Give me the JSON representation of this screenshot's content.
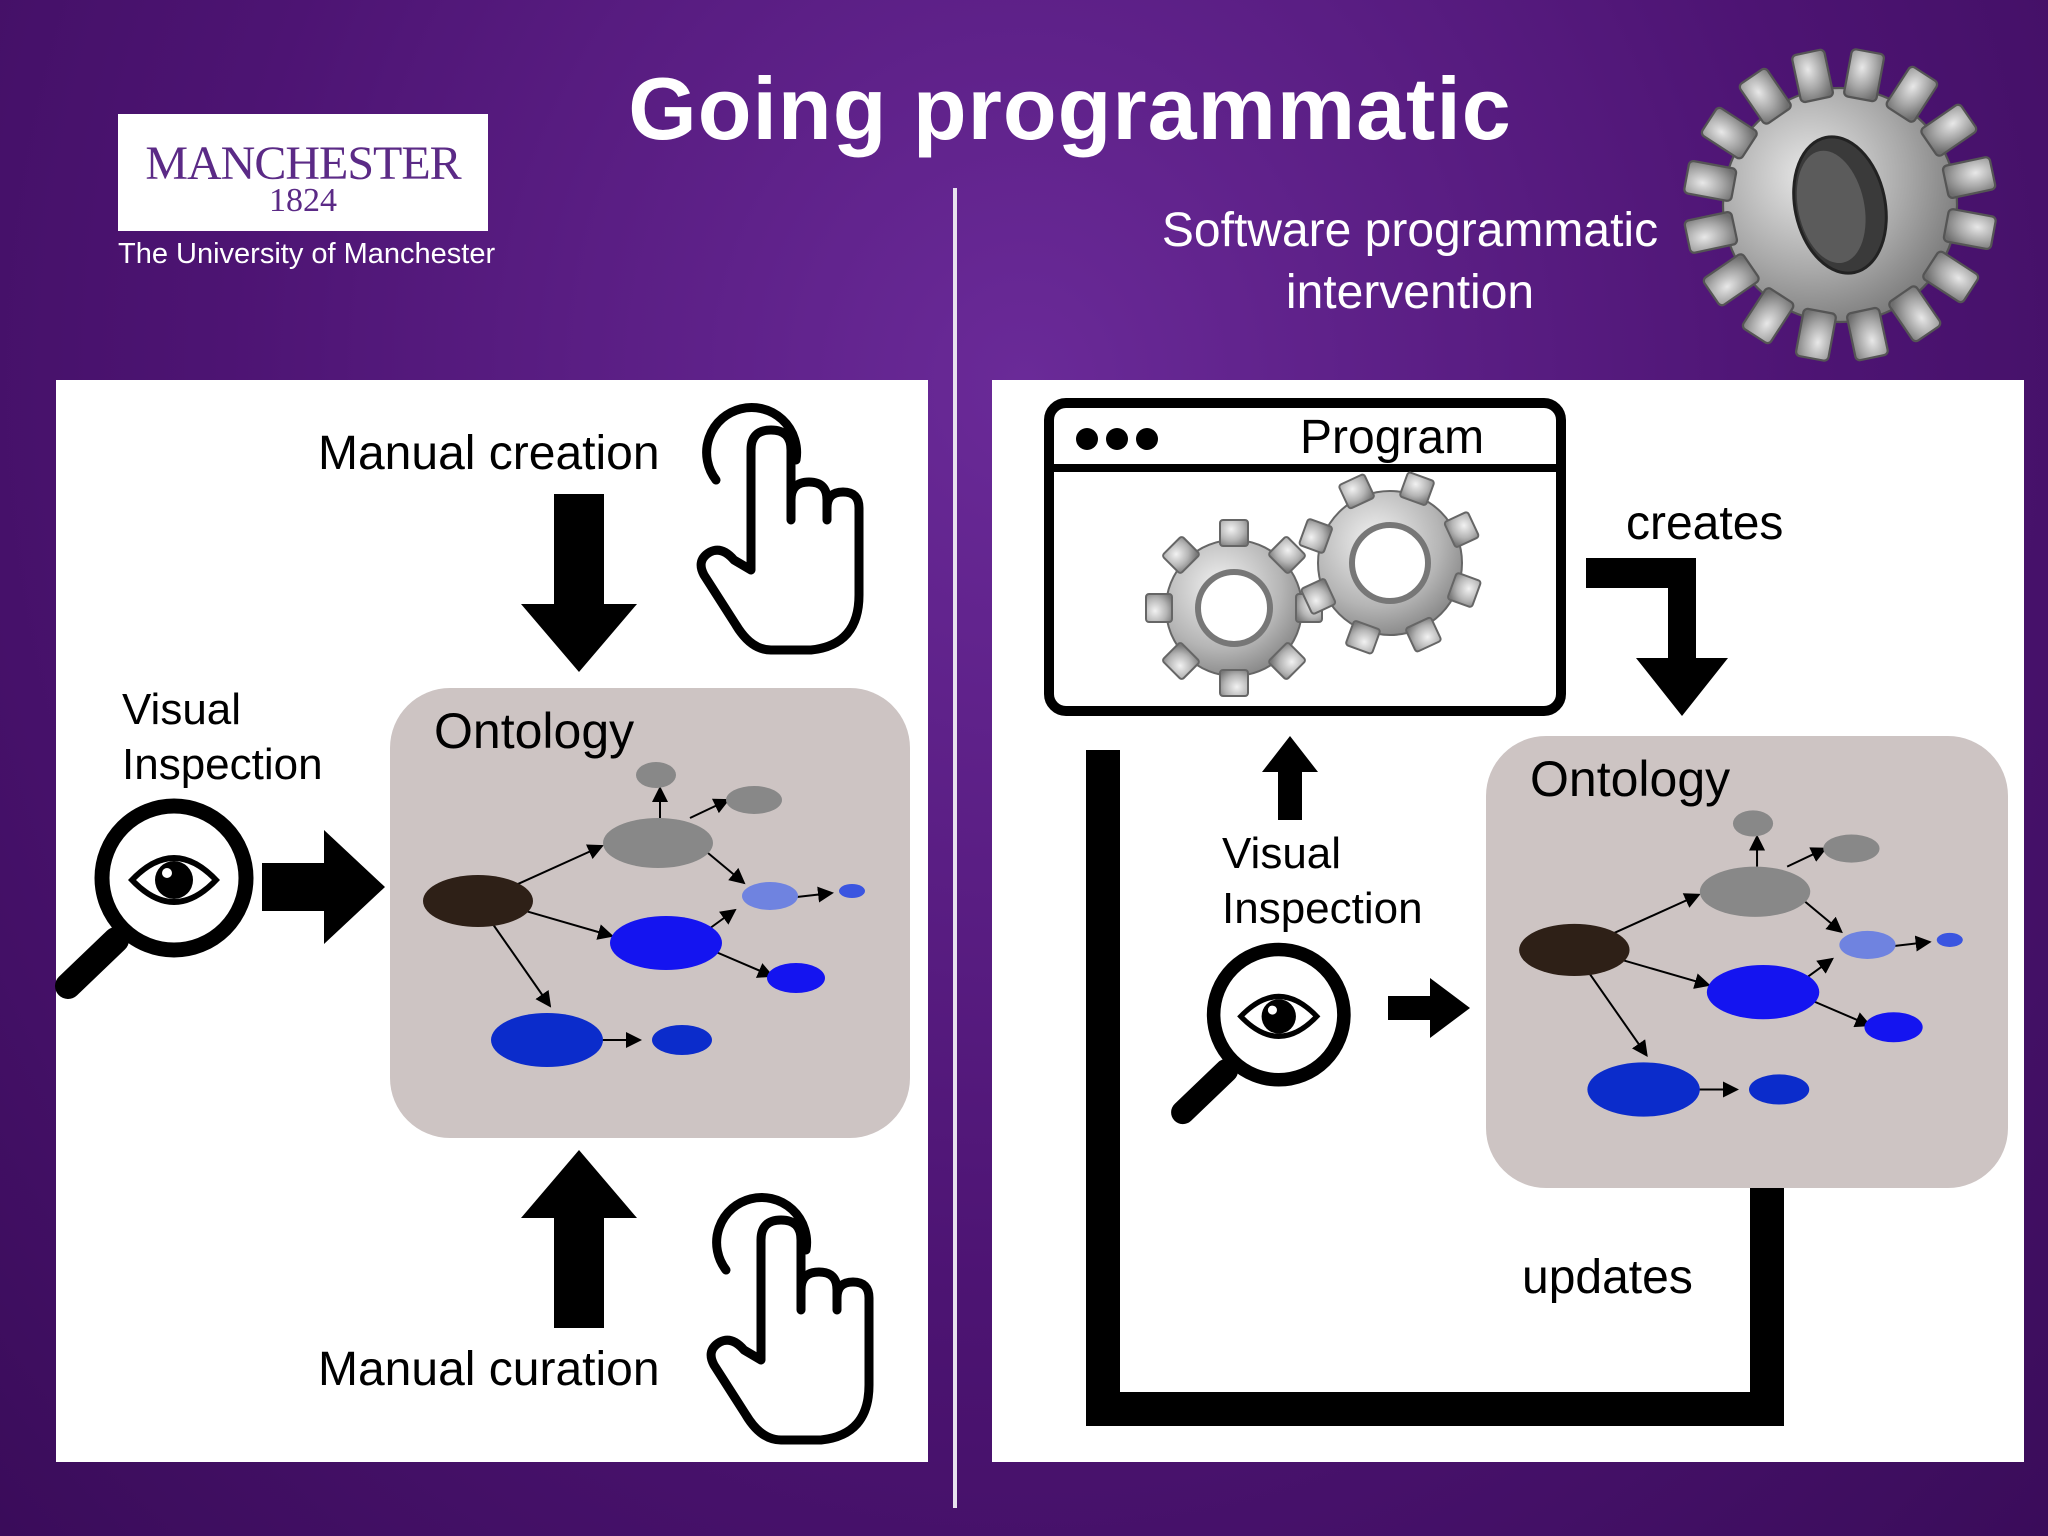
{
  "slide": {
    "title": "Going programmatic",
    "subtitle_line1": "Software programmatic",
    "subtitle_line2": "intervention"
  },
  "logo": {
    "name": "MANCHESTER",
    "year": "1824",
    "subtitle": "The University of Manchester"
  },
  "left_panel": {
    "manual_creation": "Manual creation",
    "manual_curation": "Manual curation",
    "visual_line1": "Visual",
    "visual_line2": "Inspection",
    "ontology": "Ontology"
  },
  "right_panel": {
    "program": "Program",
    "creates": "creates",
    "updates": "updates",
    "visual_line1": "Visual",
    "visual_line2": "Inspection",
    "ontology": "Ontology"
  },
  "colors": {
    "background": "#4d1473",
    "accent": "#5b2a86",
    "ontology_bg": "#cdc4c3",
    "node_dark": "#2e2017",
    "node_grey": "#888888",
    "node_blue": "#1414f0",
    "node_light_blue": "#6f83e0",
    "node_navy": "#0b2ccb"
  },
  "icons": [
    "gear-icon",
    "magnifier-eye-icon",
    "hand-pointer-icon",
    "browser-window-icon"
  ]
}
